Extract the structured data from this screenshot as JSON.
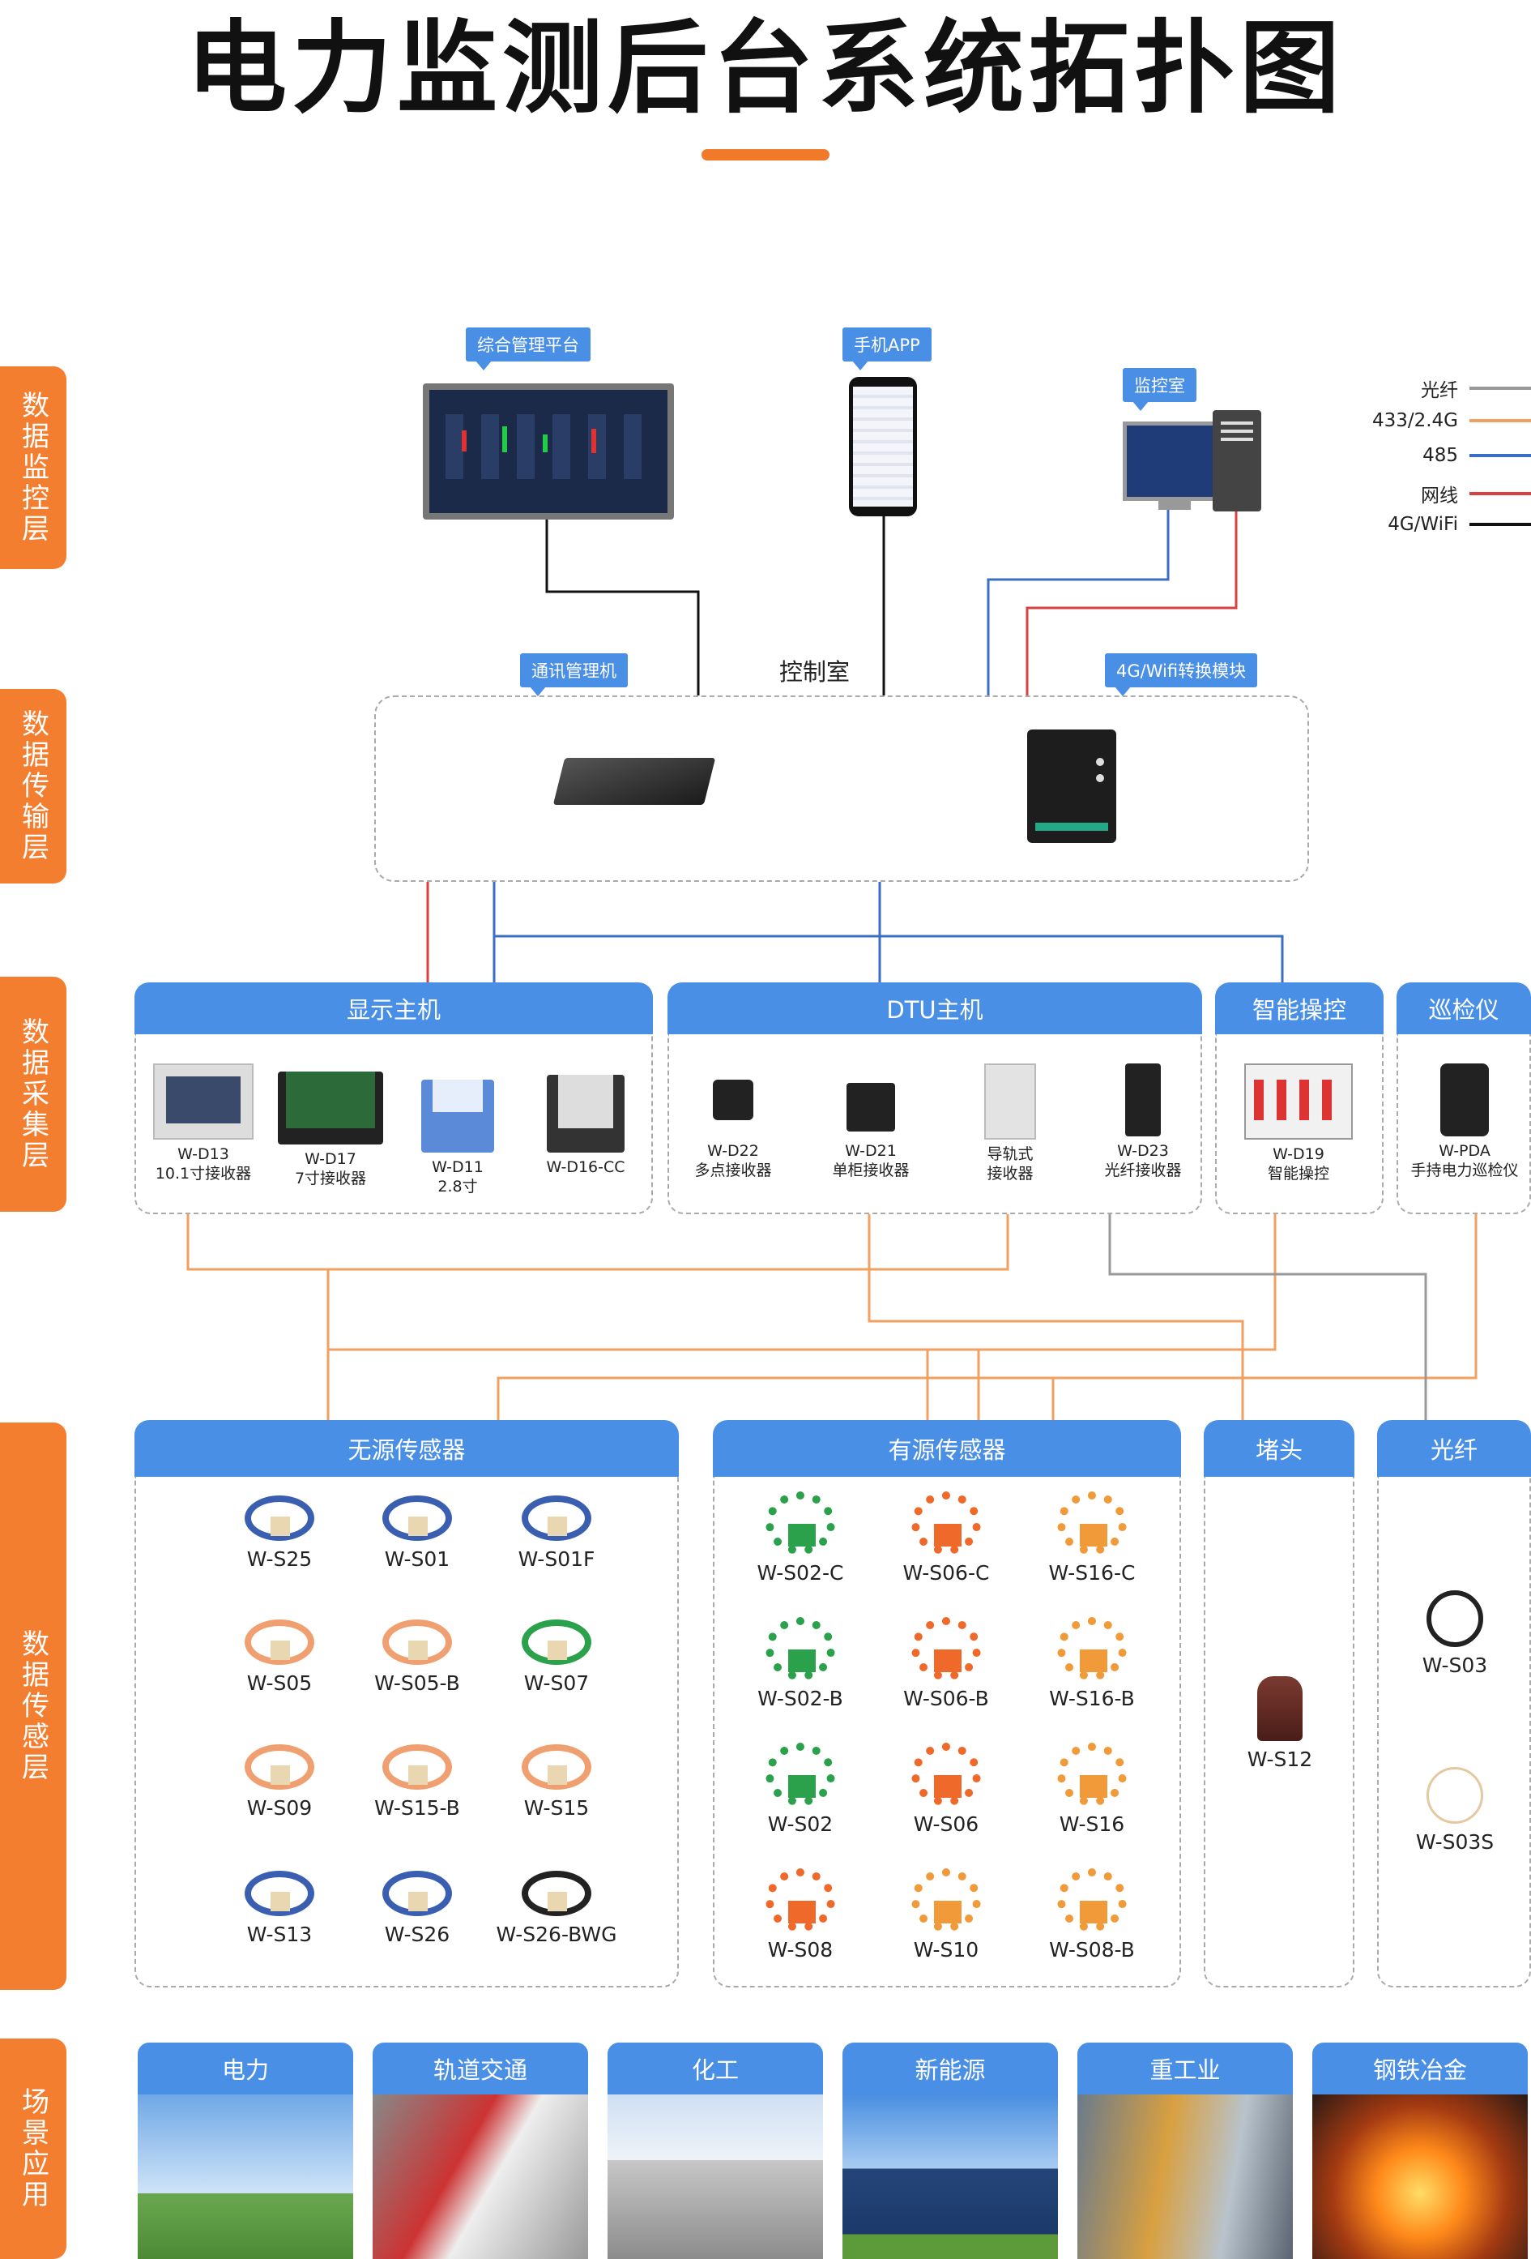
{
  "title": "电力监测后台系统拓扑图",
  "colors": {
    "accent_orange": "#f47e2f",
    "accent_blue": "#4a8fe6",
    "fiber": "#999999",
    "rf": "#f0a060",
    "rs485": "#3a6fc4",
    "ethernet": "#d94040",
    "wifi": "#111111"
  },
  "layers": [
    "数据监控层",
    "数据传输层",
    "数据采集层",
    "数据传感层",
    "场景应用"
  ],
  "legend": [
    {
      "label": "光纤",
      "color": "#999999"
    },
    {
      "label": "433/2.4G",
      "color": "#f0a060"
    },
    {
      "label": "485",
      "color": "#3a6fc4"
    },
    {
      "label": "网线",
      "color": "#d94040"
    },
    {
      "label": "4G/WiFi",
      "color": "#111111"
    }
  ],
  "monitor": {
    "platform_tag": "综合管理平台",
    "app_tag": "手机APP",
    "room_tag": "监控室"
  },
  "transfer": {
    "gateway_tag": "通讯管理机",
    "control_room": "控制室",
    "module_tag": "4G/Wifi转换模块"
  },
  "collect": {
    "groups": [
      "显示主机",
      "DTU主机",
      "智能操控",
      "巡检仪"
    ],
    "devices": [
      {
        "name": "W-D13",
        "desc": "10.1寸接收器"
      },
      {
        "name": "W-D17",
        "desc": "7寸接收器"
      },
      {
        "name": "W-D11",
        "desc": "2.8寸"
      },
      {
        "name": "W-D16-CC",
        "desc": ""
      },
      {
        "name": "W-D22",
        "desc": "多点接收器"
      },
      {
        "name": "W-D21",
        "desc": "单柜接收器"
      },
      {
        "name": "导轨式",
        "desc": "接收器"
      },
      {
        "name": "W-D23",
        "desc": "光纤接收器"
      },
      {
        "name": "W-D19",
        "desc": "智能操控"
      },
      {
        "name": "W-PDA",
        "desc": "手持电力巡检仪"
      }
    ]
  },
  "sensors": {
    "groups": [
      "无源传感器",
      "有源传感器",
      "堵头",
      "光纤"
    ],
    "passive": [
      "W-S25",
      "W-S01",
      "W-S01F",
      "W-S05",
      "W-S05-B",
      "W-S07",
      "W-S09",
      "W-S15-B",
      "W-S15",
      "W-S13",
      "W-S26",
      "W-S26-BWG"
    ],
    "active": [
      "W-S02-C",
      "W-S06-C",
      "W-S16-C",
      "W-S02-B",
      "W-S06-B",
      "W-S16-B",
      "W-S02",
      "W-S06",
      "W-S16",
      "W-S08",
      "W-S10",
      "W-S08-B"
    ],
    "plug": [
      "W-S12"
    ],
    "fiber": [
      "W-S03",
      "W-S03S"
    ]
  },
  "scenes": [
    "电力",
    "轨道交通",
    "化工",
    "新能源",
    "重工业",
    "钢铁冶金"
  ]
}
